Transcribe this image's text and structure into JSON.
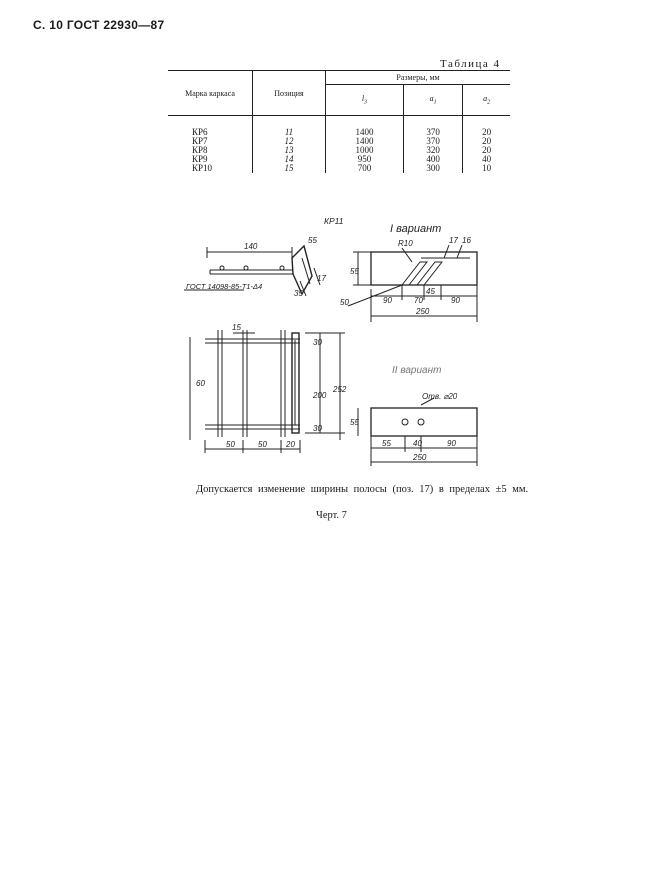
{
  "header": "С. 10 ГОСТ 22930—87",
  "table_title": "Таблица 4",
  "table": {
    "col_mark": "Марка каркаса",
    "col_position": "Позиция",
    "col_sizes": "Размеры, мм",
    "sub_l": "l",
    "sub_l_sub": "3",
    "sub_a1": "a",
    "sub_a1_sub": "1",
    "sub_a2": "a",
    "sub_a2_sub": "2",
    "rows": [
      {
        "mark": "КР6",
        "pos": "11",
        "l": "1400",
        "a1": "370",
        "a2": "20"
      },
      {
        "mark": "КР7",
        "pos": "12",
        "l": "1400",
        "a1": "370",
        "a2": "20"
      },
      {
        "mark": "КР8",
        "pos": "13",
        "l": "1000",
        "a1": "320",
        "a2": "20"
      },
      {
        "mark": "КР9",
        "pos": "14",
        "l": "950",
        "a1": "400",
        "a2": "40"
      },
      {
        "mark": "КР10",
        "pos": "15",
        "l": "700",
        "a1": "300",
        "a2": "10"
      }
    ]
  },
  "drawing": {
    "title": "КР11",
    "variant1": "I вариант",
    "variant2": "II вариант",
    "weld": "ГОСТ 14098-85-Т1-Δ4",
    "hole": "Отв. ⌀20",
    "pos17": "17",
    "pos16": "16",
    "r10": "R10",
    "dims": {
      "d140": "140",
      "d55": "55",
      "d17": "17",
      "d35": "35",
      "d55b": "55",
      "d50": "50",
      "d90a": "90",
      "d70": "70",
      "d90b": "90",
      "d250a": "250",
      "d45": "45",
      "d15": "15",
      "d30a": "30",
      "d30b": "30",
      "d200": "200",
      "d252": "252",
      "d60": "60",
      "d50a": "50",
      "d50b": "50",
      "d20": "20",
      "d55c": "55",
      "d55d": "55",
      "d40": "40",
      "d90c": "90",
      "d250b": "250"
    }
  },
  "note": "Допускается изменение ширины полосы (поз. 17) в пределах ±5 мм.",
  "figure_caption": "Черт. 7"
}
